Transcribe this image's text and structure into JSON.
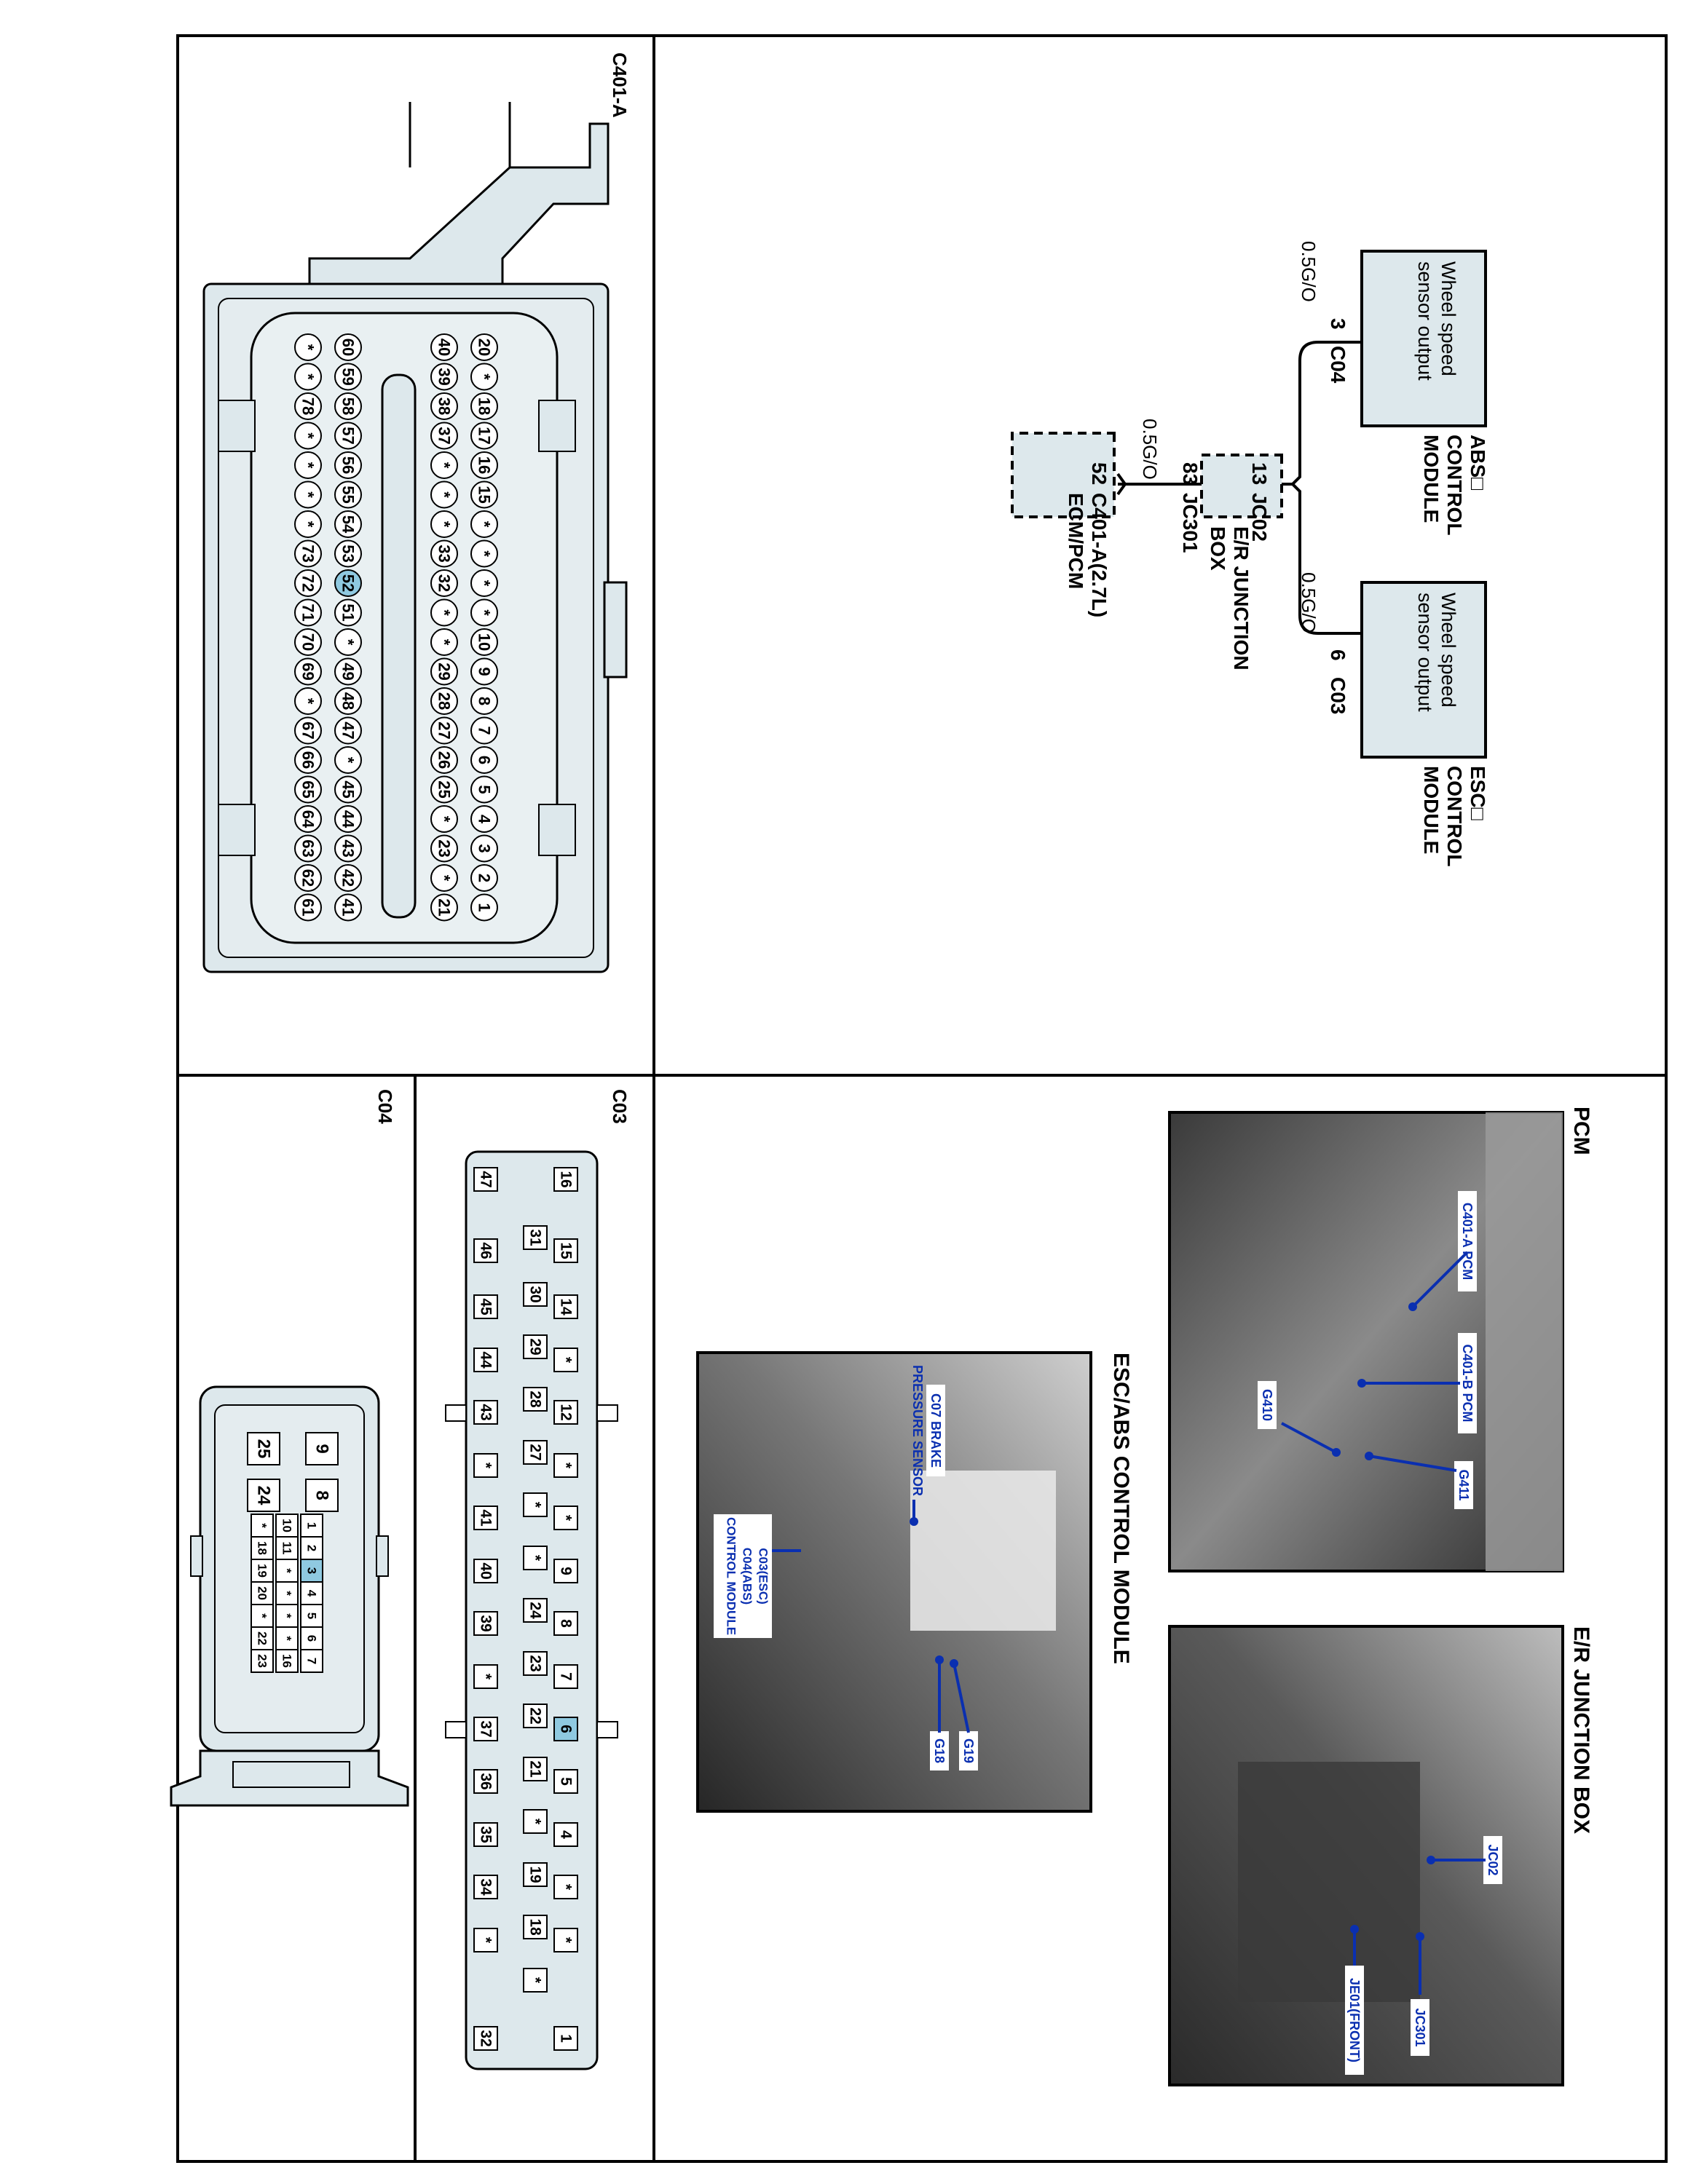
{
  "schematic": {
    "abs_module": {
      "title_l1": "ABS□",
      "title_l2": "CONTROL",
      "title_l3": "MODULE",
      "body_l1": "Wheel speed",
      "body_l2": "sensor output",
      "connector": "C04",
      "pin": "3",
      "wire": "0.5G/O"
    },
    "esc_module": {
      "title_l1": "ESC□",
      "title_l2": "CONTROL",
      "title_l3": "MODULE",
      "body_l1": "Wheel speed",
      "body_l2": "sensor output",
      "connector": "C03",
      "pin": "6",
      "wire": "0.5G/O"
    },
    "junction": {
      "connector_in": "JC02",
      "pin_in": "13",
      "connector_out": "JC301",
      "pin_out": "83",
      "name_l1": "E/R JUNCTION",
      "name_l2": "BOX"
    },
    "pcm": {
      "pin": "52",
      "connector": "C401-A(2.7L)",
      "name": "ECM/PCM",
      "wire": "0.5G/O"
    }
  },
  "photos": {
    "pcm": {
      "title": "PCM",
      "labels": [
        "C401-A PCM",
        "C401-B PCM",
        "G410",
        "G411"
      ]
    },
    "er_junction_box": {
      "title": "E/R JUNCTION BOX",
      "labels": [
        "JC02",
        "JC301",
        "JE01(FRONT)"
      ]
    },
    "esc_abs": {
      "title": "ESC/ABS CONTROL MODULE",
      "labels": [
        "C07 BRAKE",
        "PRESSURE SENSOR",
        "C03(ESC)",
        "C04(ABS)",
        "CONTROL MODULE",
        "G18",
        "G19"
      ]
    }
  },
  "connectors": {
    "c401a": {
      "title": "C401-A",
      "row1": [
        "20",
        "*",
        "18",
        "17",
        "16",
        "15",
        "*",
        "*",
        "*",
        "*",
        "10",
        "9",
        "8",
        "7",
        "6",
        "5",
        "4",
        "3",
        "2",
        "1"
      ],
      "row2": [
        "40",
        "39",
        "38",
        "37",
        "*",
        "*",
        "*",
        "33",
        "32",
        "*",
        "*",
        "29",
        "28",
        "27",
        "26",
        "25",
        "*",
        "23",
        "*",
        "21"
      ],
      "row3": [
        "60",
        "59",
        "58",
        "57",
        "56",
        "55",
        "54",
        "53",
        "52",
        "51",
        "*",
        "49",
        "48",
        "47",
        "*",
        "45",
        "44",
        "43",
        "42",
        "41"
      ],
      "row4": [
        "*",
        "*",
        "78",
        "*",
        "*",
        "*",
        "*",
        "73",
        "72",
        "71",
        "70",
        "69",
        "*",
        "67",
        "66",
        "65",
        "64",
        "63",
        "62",
        "61"
      ],
      "highlight": "52"
    },
    "c03": {
      "title": "C03",
      "row_a": [
        "16",
        "15",
        "14",
        "*",
        "12",
        "*",
        "*",
        "9",
        "8",
        "7",
        "6",
        "5",
        "4",
        "*",
        "*",
        "1"
      ],
      "row_b": [
        "31",
        "30",
        "29",
        "28",
        "27",
        "*",
        "*",
        "24",
        "23",
        "22",
        "21",
        "*",
        "19",
        "18",
        "*"
      ],
      "row_c": [
        "47",
        "46",
        "45",
        "44",
        "43",
        "*",
        "41",
        "40",
        "39",
        "*",
        "37",
        "36",
        "35",
        "34",
        "*",
        "32"
      ],
      "highlight": "6"
    },
    "c04": {
      "title": "C04",
      "big_left": [
        "25",
        "24"
      ],
      "big_right": [
        "9",
        "8"
      ],
      "grid_top": [
        "7",
        "6",
        "5",
        "4",
        "3",
        "2",
        "1"
      ],
      "grid_mid": [
        "16",
        "*",
        "*",
        "*",
        "*",
        "11",
        "10"
      ],
      "grid_bot": [
        "23",
        "22",
        "*",
        "20",
        "19",
        "18",
        "*"
      ],
      "highlight": "3"
    }
  },
  "colors": {
    "connector_fill": "#dde8ec",
    "highlight": "#8fc9e0",
    "callout": "#0a2fb0"
  }
}
